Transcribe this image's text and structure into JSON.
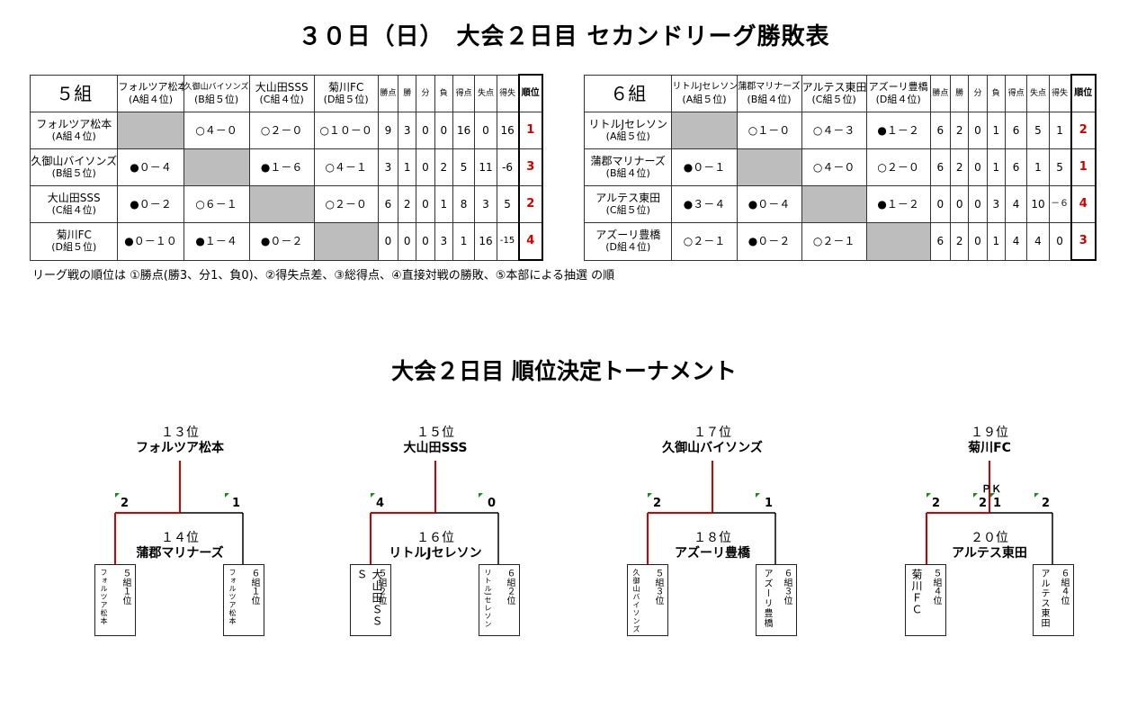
{
  "main_title": "３０日（日）　大会２日目  セカンドリーグ勝敗表",
  "sub_title": "大会２日目  順位決定トーナメント",
  "note": "リーグ戦の順位は ①勝点(勝3、分1、負0)、②得失点差、③総得点、④直接対戦の勝敗、⑤本部による抽選 の順",
  "stat_headers": [
    "勝点",
    "勝",
    "分",
    "負",
    "得点",
    "失点",
    "得失",
    "順位"
  ],
  "group5": {
    "name": "５組",
    "cols": [
      {
        "name": "フォルツア松本",
        "sub": "(A組４位)"
      },
      {
        "name": "久御山バイソンズ",
        "sub": "(B組５位)"
      },
      {
        "name": "大山田SSS",
        "sub": "(C組４位)"
      },
      {
        "name": "菊川FC",
        "sub": "(D組５位)"
      }
    ],
    "rows": [
      {
        "name": "フォルツア松本",
        "sub": "(A組４位)",
        "cells": [
          "",
          "○４－０",
          "○２－０",
          "○１０－０"
        ],
        "stats": [
          "9",
          "3",
          "0",
          "0",
          "16",
          "0",
          "16"
        ],
        "rank": "1"
      },
      {
        "name": "久御山バイソンズ",
        "sub": "(B組５位)",
        "cells": [
          "●０－４",
          "",
          "●１－６",
          "○４－１"
        ],
        "stats": [
          "3",
          "1",
          "0",
          "2",
          "5",
          "11",
          "-6"
        ],
        "rank": "3"
      },
      {
        "name": "大山田SSS",
        "sub": "(C組４位)",
        "cells": [
          "●０－２",
          "○６－１",
          "",
          "○２－０"
        ],
        "stats": [
          "6",
          "2",
          "0",
          "1",
          "8",
          "3",
          "5"
        ],
        "rank": "2"
      },
      {
        "name": "菊川FC",
        "sub": "(D組５位)",
        "cells": [
          "●０－１０",
          "●１－４",
          "●０－２",
          ""
        ],
        "stats": [
          "0",
          "0",
          "0",
          "3",
          "1",
          "16",
          "-15"
        ],
        "rank": "4"
      }
    ]
  },
  "group6": {
    "name": "６組",
    "cols": [
      {
        "name": "リトルJセレソン",
        "sub": "(A組５位)"
      },
      {
        "name": "蒲郡マリナーズ",
        "sub": "(B組４位)"
      },
      {
        "name": "アルテス東田",
        "sub": "(C組５位)"
      },
      {
        "name": "アズーリ豊橋",
        "sub": "(D組４位)"
      }
    ],
    "rows": [
      {
        "name": "リトルJセレソン",
        "sub": "(A組５位)",
        "cells": [
          "",
          "○１－０",
          "○４－３",
          "●１－２"
        ],
        "stats": [
          "6",
          "2",
          "0",
          "1",
          "6",
          "5",
          "1"
        ],
        "rank": "2"
      },
      {
        "name": "蒲郡マリナーズ",
        "sub": "(B組４位)",
        "cells": [
          "●０－１",
          "",
          "○４－０",
          "○２－０"
        ],
        "stats": [
          "6",
          "2",
          "0",
          "1",
          "6",
          "1",
          "5"
        ],
        "rank": "1"
      },
      {
        "name": "アルテス東田",
        "sub": "(C組５位)",
        "cells": [
          "●３－４",
          "●０－４",
          "",
          "●１－２"
        ],
        "stats": [
          "0",
          "0",
          "0",
          "3",
          "4",
          "10",
          "－６"
        ],
        "rank": "4"
      },
      {
        "name": "アズーリ豊橋",
        "sub": "(D組４位)",
        "cells": [
          "○２－１",
          "●０－２",
          "○２－１",
          ""
        ],
        "stats": [
          "6",
          "2",
          "0",
          "1",
          "4",
          "4",
          "0"
        ],
        "rank": "3"
      }
    ]
  },
  "brackets": [
    {
      "win_place": "１３位",
      "win_team": "フォルツア松本",
      "lose_place": "１４位",
      "lose_team": "蒲郡マリナーズ",
      "left_score": "2",
      "right_score": "1",
      "left_box": {
        "name": "フォルツア松本",
        "seed": "５組１位"
      },
      "right_box": {
        "name": "フォルツア松本",
        "seed": "６組１位"
      }
    },
    {
      "win_place": "１５位",
      "win_team": "大山田SSS",
      "lose_place": "１６位",
      "lose_team": "リトルJセレソン",
      "left_score": "4",
      "right_score": "0",
      "left_box": {
        "name": "大山田ＳＳＳ",
        "seed": "５組２位"
      },
      "right_box": {
        "name": "リトルJセレソン",
        "seed": "６組２位"
      }
    },
    {
      "win_place": "１７位",
      "win_team": "久御山バイソンズ",
      "lose_place": "１８位",
      "lose_team": "アズーリ豊橋",
      "left_score": "2",
      "right_score": "1",
      "left_box": {
        "name": "久御山バイソンズ",
        "seed": "５組３位"
      },
      "right_box": {
        "name": "アズーリ豊橋",
        "seed": "６組３位"
      }
    },
    {
      "win_place": "１９位",
      "win_team": "菊川FC",
      "lose_place": "２０位",
      "lose_team": "アルテス東田",
      "left_score": "2",
      "right_score": "2",
      "pk_label": "ＰＫ",
      "pk_left": "2",
      "pk_right": "1",
      "left_box": {
        "name": "菊川ＦＣ",
        "seed": "５組４位"
      },
      "right_box": {
        "name": "アルテス東田",
        "seed": "６組４位"
      }
    }
  ],
  "colors": {
    "win_line": "#d00000",
    "lose_line": "#000000",
    "flag": "#1a8a1a",
    "rank_text": "#d00000",
    "blank_cell": "#bdbdbd"
  }
}
